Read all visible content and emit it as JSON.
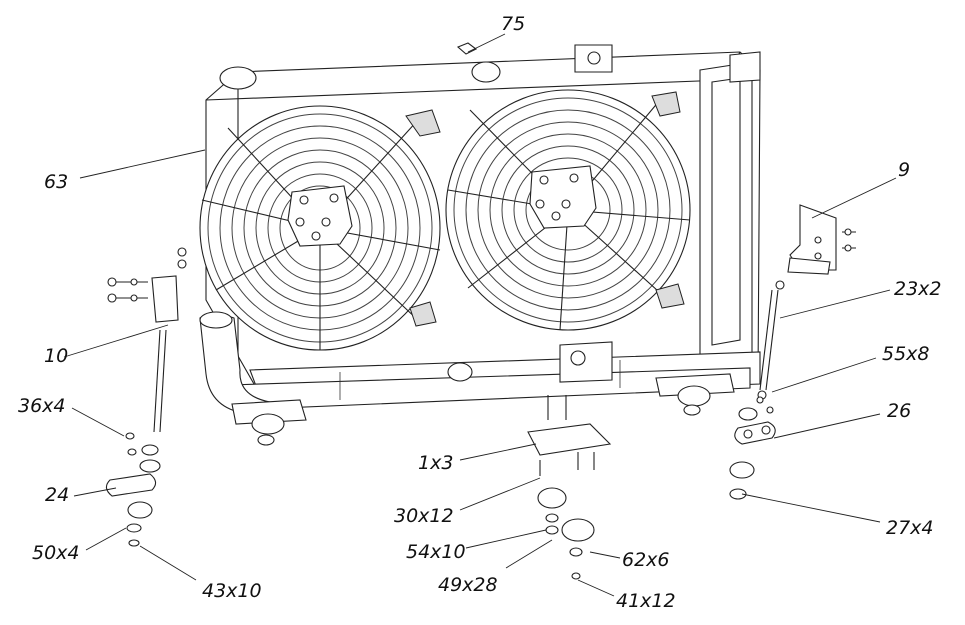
{
  "callouts": [
    {
      "id": "75",
      "text": "75"
    },
    {
      "id": "63",
      "text": "63"
    },
    {
      "id": "9",
      "text": "9"
    },
    {
      "id": "23x2",
      "text": "23x2"
    },
    {
      "id": "10",
      "text": "10"
    },
    {
      "id": "55x8",
      "text": "55x8"
    },
    {
      "id": "36x4",
      "text": "36x4"
    },
    {
      "id": "26",
      "text": "26"
    },
    {
      "id": "1x3",
      "text": "1x3"
    },
    {
      "id": "24",
      "text": "24"
    },
    {
      "id": "30x12",
      "text": "30x12"
    },
    {
      "id": "27x4",
      "text": "27x4"
    },
    {
      "id": "54x10",
      "text": "54x10"
    },
    {
      "id": "50x4",
      "text": "50x4"
    },
    {
      "id": "62x6",
      "text": "62x6"
    },
    {
      "id": "49x28",
      "text": "49x28"
    },
    {
      "id": "43x10",
      "text": "43x10"
    },
    {
      "id": "41x12",
      "text": "41x12"
    }
  ]
}
